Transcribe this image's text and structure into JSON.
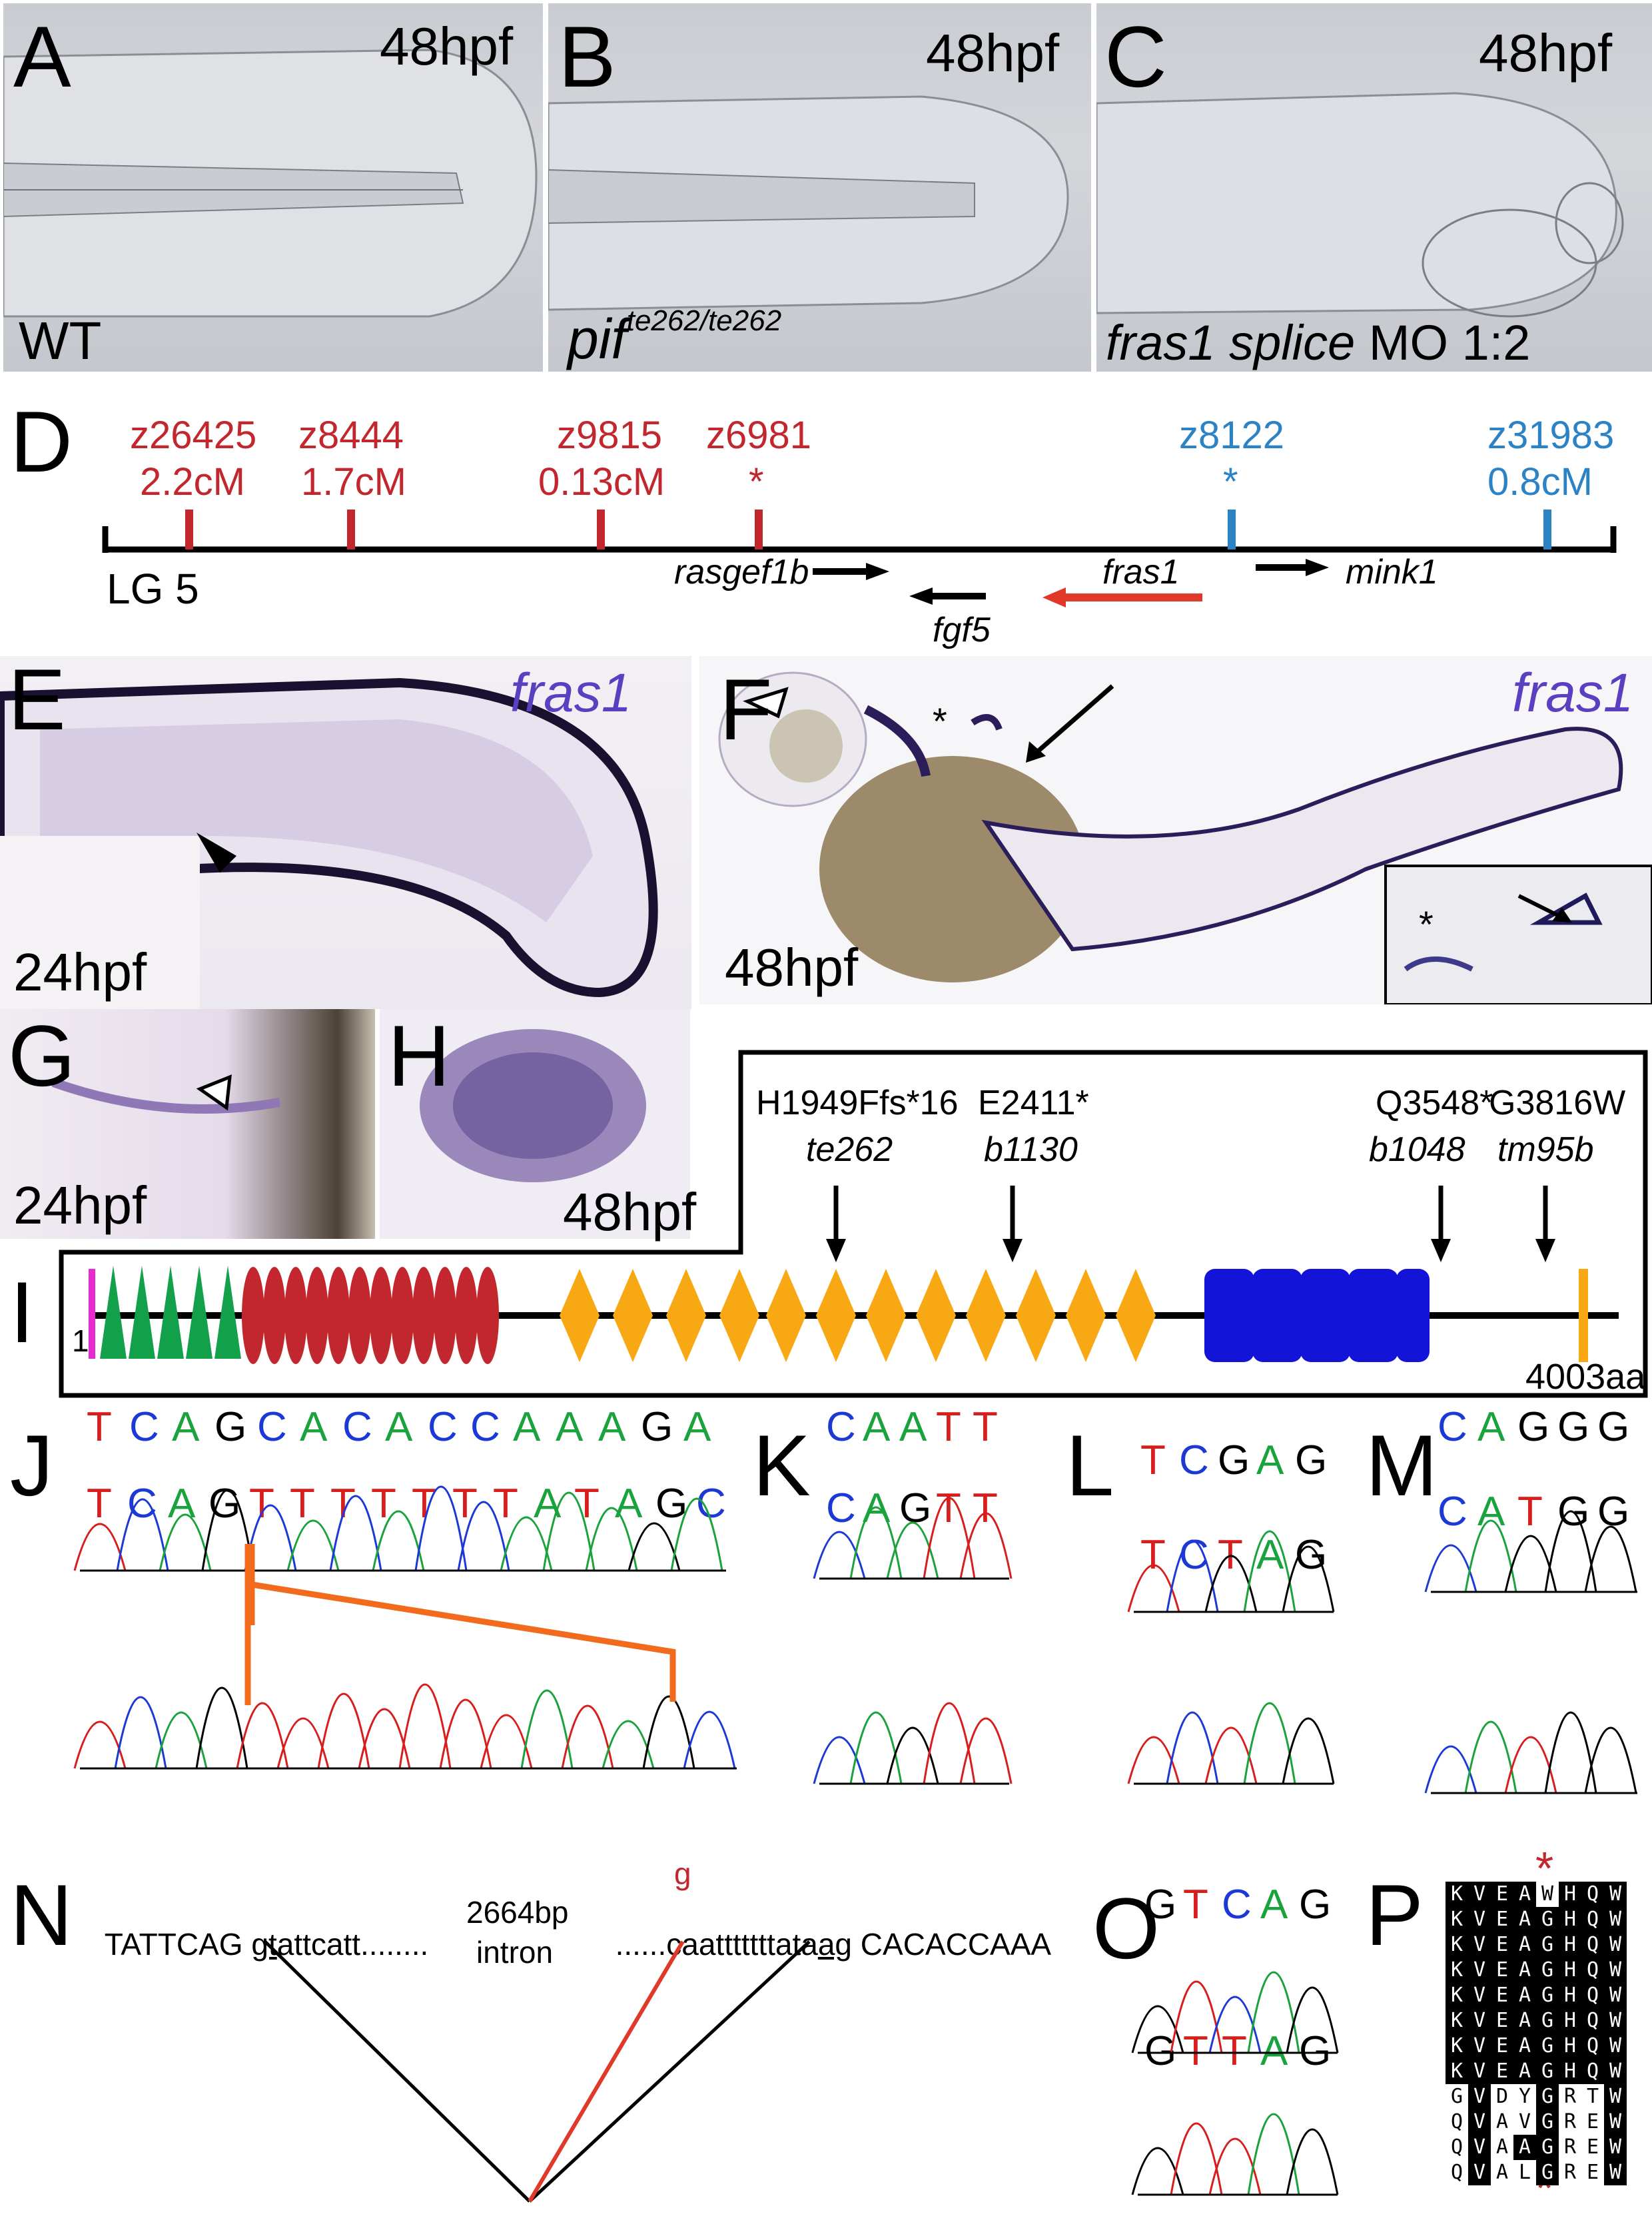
{
  "panels": {
    "A": {
      "letter": "A",
      "stage": "48hpf",
      "label": "WT"
    },
    "B": {
      "letter": "B",
      "stage": "48hpf",
      "label_main": "pif",
      "label_sup": "te262/te262"
    },
    "C": {
      "letter": "C",
      "stage": "48hpf",
      "label_gene": "fras1 splice",
      "label_rest": " MO 1:2"
    },
    "D": {
      "letter": "D",
      "linkage_group": "LG 5",
      "markers": [
        {
          "name": "z26425",
          "value": "2.2cM",
          "color": "#c1272d"
        },
        {
          "name": "z8444",
          "value": "1.7cM",
          "color": "#c1272d"
        },
        {
          "name": "z9815",
          "value": "0.13cM",
          "color": "#c1272d"
        },
        {
          "name": "z6981",
          "value": "*",
          "color": "#c1272d"
        },
        {
          "name": "z8122",
          "value": "*",
          "color": "#2b83c5"
        },
        {
          "name": "z31983",
          "value": "0.8cM",
          "color": "#2b83c5"
        }
      ],
      "genes": {
        "rasgef1b": "rasgef1b",
        "fgf5": "fgf5",
        "fras1": "fras1",
        "mink1": "mink1"
      }
    },
    "E": {
      "letter": "E",
      "gene": "fras1",
      "stage": "24hpf"
    },
    "F": {
      "letter": "F",
      "gene": "fras1",
      "stage": "48hpf",
      "asterisk": "*",
      "inset_asterisk": "*"
    },
    "G": {
      "letter": "G",
      "stage": "24hpf"
    },
    "H": {
      "letter": "H",
      "stage": "48hpf"
    },
    "I": {
      "letter": "I",
      "start": "1",
      "end": "4003aa",
      "mutations": [
        {
          "protein": "H1949Ffs*16",
          "allele": "te262"
        },
        {
          "protein": "E2411*",
          "allele": "b1130"
        },
        {
          "protein": "Q3548*",
          "allele": "b1048"
        },
        {
          "protein": "G3816W",
          "allele": "tm95b"
        }
      ]
    },
    "J": {
      "letter": "J",
      "top_seq": "TCAGCACACCAAAGA",
      "bottom_seq": "TCAGTTTTTTTATAGC"
    },
    "K": {
      "letter": "K",
      "top_seq": "CAATT",
      "bottom_seq": "CAGTT"
    },
    "L": {
      "letter": "L",
      "top_seq": "TCGAG",
      "bottom_seq": "TCTAG"
    },
    "M": {
      "letter": "M",
      "top_seq": "CAGGG",
      "bottom_seq": "CATGG"
    },
    "N": {
      "letter": "N",
      "exon_left": "TATTCAG ",
      "donor": "gt",
      "intron_left": "attcatt........",
      "intron_size": "2664bp",
      "intron_word": "intron",
      "intron_right_dots": "......caa",
      "mutation_base": "g",
      "intron_right": "tttttttata",
      "acceptor": "ag",
      "exon_right": " CACACCAAA"
    },
    "O": {
      "letter": "O",
      "top_seq": "GTCAG",
      "bottom_seq": "GTTAG"
    },
    "P": {
      "letter": "P",
      "marker": "*",
      "rows": [
        "KVEAWHQW",
        "KVEAGHQW",
        "KVEAGHQW",
        "KVEAGHQW",
        "KVEAGHQW",
        "KVEAGHQW",
        "KVEAGHQW",
        "KVEAGHQW",
        "GVDYGRTW",
        "QVAVGREW",
        "QVAAGREW",
        "QVALGREW"
      ]
    }
  },
  "colors": {
    "red_marker": "#c1272d",
    "blue_marker": "#2b83c5",
    "ish_stain": "#5a3fc0",
    "nested": "#e0392a",
    "domain_magenta": "#e62bd2",
    "domain_green": "#12a14a",
    "domain_red": "#c1272d",
    "domain_orange": "#f7a812",
    "domain_blue": "#1414d9"
  }
}
